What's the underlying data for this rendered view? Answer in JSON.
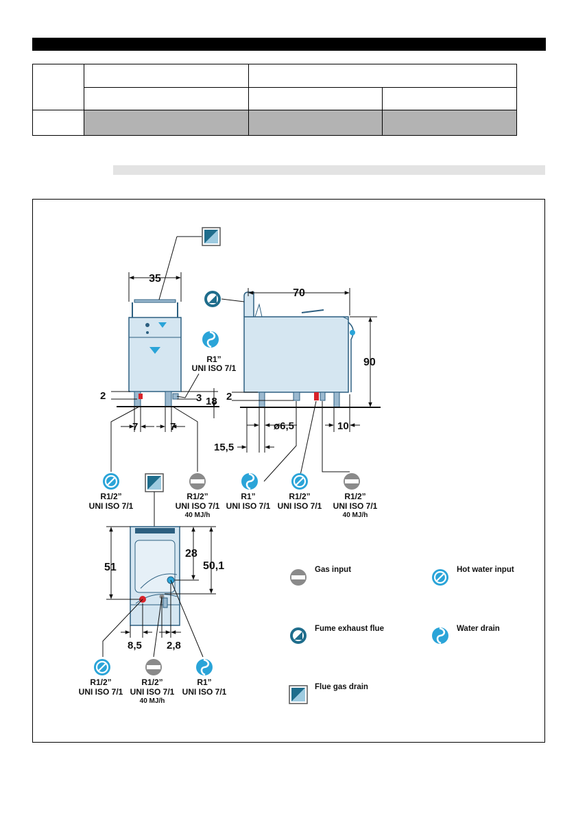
{
  "dimensions": {
    "width_35": "35",
    "depth_70": "70",
    "height_90": "90",
    "d2_left": "2",
    "d3": "3",
    "d18": "18",
    "d2_right": "2",
    "d7_left": "7",
    "d7_right": "7",
    "d6_5": "ø6,5",
    "d10": "10",
    "d15_5": "15,5",
    "d51": "51",
    "d28": "28",
    "d50_1": "50,1",
    "d8_5": "8,5",
    "d2_8": "2,8"
  },
  "connections": {
    "front_water_drain": {
      "line1": "R1”",
      "line2": "UNI ISO 7/1"
    },
    "front_hot_water": {
      "line1": "R1/2”",
      "line2": "UNI ISO 7/1"
    },
    "front_gas": {
      "line1": "R1/2”",
      "line2": "UNI ISO 7/1",
      "line3": "40 MJ/h"
    },
    "side_water_drain": {
      "line1": "R1”",
      "line2": "UNI ISO 7/1"
    },
    "side_hot_water": {
      "line1": "R1/2”",
      "line2": "UNI ISO 7/1"
    },
    "side_gas": {
      "line1": "R1/2”",
      "line2": "UNI ISO 7/1",
      "line3": "40 MJ/h"
    },
    "top_hot_water": {
      "line1": "R1/2”",
      "line2": "UNI ISO 7/1"
    },
    "top_gas": {
      "line1": "R1/2”",
      "line2": "UNI ISO 7/1",
      "line3": "40 MJ/h"
    },
    "top_water_drain": {
      "line1": "R1”",
      "line2": "UNI ISO 7/1"
    }
  },
  "legend": {
    "gas_input": "Gas input",
    "hot_water_input": "Hot water input",
    "fume_exhaust_flue": "Fume exhaust flue",
    "water_drain": "Water drain",
    "flue_gas_drain": "Flue gas drain"
  },
  "colors": {
    "symbol_blue": "#2aa4d8",
    "machine_fill": "#d5e6f1",
    "machine_stroke": "#2c5f80",
    "gas_gray": "#8a8a8a",
    "hot_red": "#d8232a"
  }
}
